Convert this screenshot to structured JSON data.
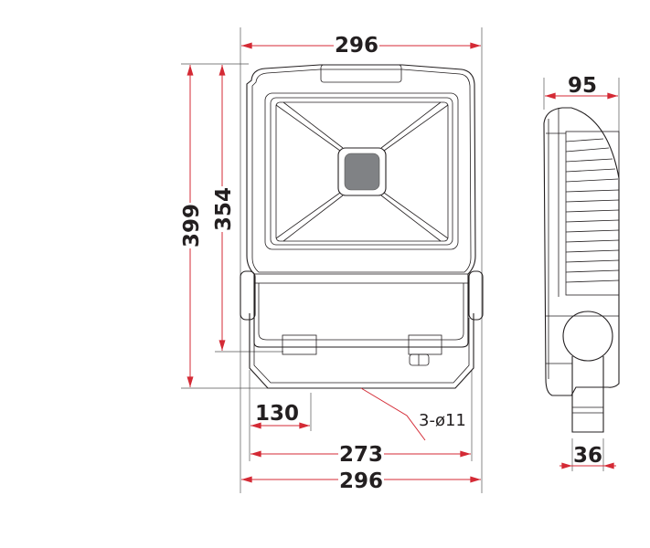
{
  "drawing": {
    "dimensions": {
      "top_width": "296",
      "total_height": "399",
      "body_height": "354",
      "side_depth": "95",
      "hole_spacing": "130",
      "bracket_width": "273",
      "bottom_width": "296",
      "stem_width": "36",
      "holes": "3-ø11"
    },
    "colors": {
      "dimension": "#d42a35",
      "line": "#231f20",
      "led": "#808285"
    }
  }
}
